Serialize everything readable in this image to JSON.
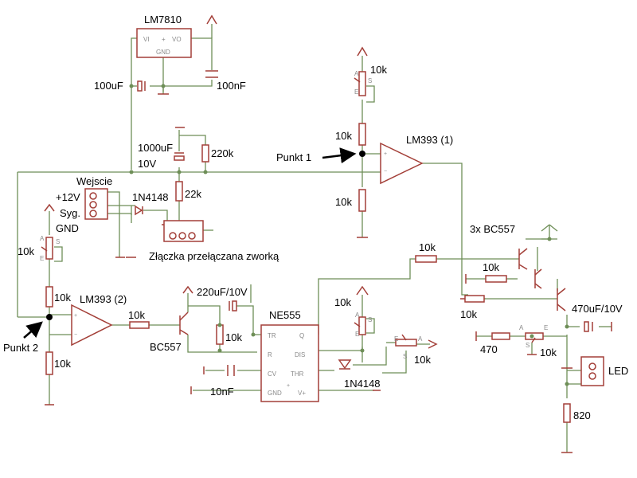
{
  "labels": {
    "lm7810": "LM7810",
    "lm7810_vi": "VI",
    "lm7810_plus": "+",
    "lm7810_vo": "VO",
    "lm7810_gnd": "GND",
    "c100uf": "100uF",
    "c100nf": "100nF",
    "c1000uf": "1000uF",
    "c1000uf_v": "10V",
    "r220k": "220k",
    "r22k": "22k",
    "d1n4148_top": "1N4148",
    "wejscie": "Wejscie",
    "plus12v": "+12V",
    "syg": "Syg.",
    "gnd": "GND",
    "zlaczka": "Złączka przełączana zworką",
    "r10k_pot_top": "10k",
    "r10k_mid_top": "10k",
    "r10k_bot_top": "10k",
    "punkt1": "Punkt 1",
    "lm393_1": "LM393 (1)",
    "r10k_left_pot": "10k",
    "r10k_left_mid": "10k",
    "r10k_left_bot": "10k",
    "lm393_2": "LM393 (2)",
    "punkt2": "Punkt 2",
    "r10k_base_bc557": "10k",
    "bc557": "BC557",
    "c220uf": "220uF/10V",
    "r10k_ne_r": "10k",
    "c10nf": "10nF",
    "ne555": "NE555",
    "ne_tr": "TR",
    "ne_q": "Q",
    "ne_r": "R",
    "ne_dis": "DIS",
    "ne_cv": "CV",
    "ne_thr": "THR",
    "ne_gnd": "GND",
    "ne_vplus": "V+",
    "r10k_ne_pot": "10k",
    "r10k_ne_side": "10k",
    "d1n4148_bot": "1N4148",
    "bc557x3": "3x BC557",
    "r10k_top_q": "10k",
    "r10k_q2": "10k",
    "r10k_q3": "10k",
    "c470uf": "470uF/10V",
    "r470": "470",
    "r10k_pot_led": "10k",
    "led": "LED",
    "r820": "820",
    "pot_a": "A",
    "pot_e": "E",
    "pot_s": "S"
  }
}
